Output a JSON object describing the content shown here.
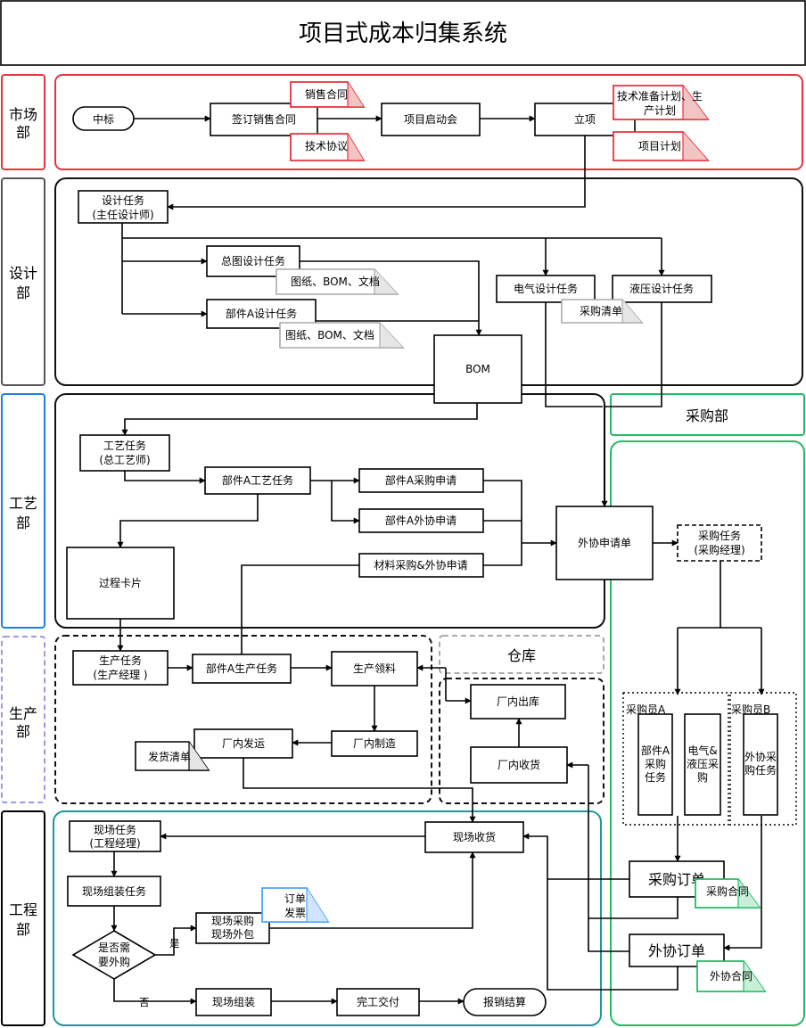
{
  "title": "项目式成本归集系统",
  "lanes": {
    "market": "市场部",
    "design": "设计部",
    "process": "工艺部",
    "production": "生产部",
    "engineering": "工程部",
    "purchase": "采购部",
    "warehouse": "仓库"
  },
  "nodes": {
    "win_bid": "中标",
    "sign_contract": "签订销售合同",
    "kickoff": "项目启动会",
    "project_setup": "立项",
    "design_task": [
      "设计任务",
      "(主任设计师)"
    ],
    "general_design": "总图设计任务",
    "partA_design": "部件A设计任务",
    "electrical_design": "电气设计任务",
    "hydraulic_design": "液压设计任务",
    "bom": "BOM",
    "process_task": [
      "工艺任务",
      "(总工艺师)"
    ],
    "partA_process": "部件A工艺任务",
    "partA_purchase_req": "部件A采购申请",
    "partA_outsource_req": "部件A外协申请",
    "material_req": "材料采购&外协申请",
    "process_card": "过程卡片",
    "outsource_form": "外协申请单",
    "purchase_task": [
      "采购任务",
      "(采购经理)"
    ],
    "buyer_a": "采购员A",
    "buyer_b": "采购员B",
    "buyer_a_partA": [
      "部件A",
      "采购",
      "任务"
    ],
    "buyer_a_elec": [
      "电气&",
      "液压采",
      "购"
    ],
    "buyer_b_outsource": [
      "外协采",
      "购任务"
    ],
    "production_task": [
      "生产任务",
      "(生产经理 )"
    ],
    "partA_production": "部件A生产任务",
    "production_picking": "生产领料",
    "in_plant_manufacture": "厂内制造",
    "in_plant_shipping": "厂内发运",
    "wh_outbound": "厂内出库",
    "wh_receiving": "厂内收货",
    "site_task": [
      "现场任务",
      "(工程经理)"
    ],
    "site_assembly_task": "现场组装任务",
    "need_outsource": [
      "是否需",
      "要外购"
    ],
    "site_purchase": [
      "现场采购",
      "现场外包"
    ],
    "site_assembly": "现场组装",
    "completion": "完工交付",
    "reimbursement": "报销结算",
    "site_receiving": "现场收货",
    "purchase_order": "采购订单",
    "outsource_order": "外协订单"
  },
  "documents": {
    "sales_contract": "销售合同",
    "tech_agreement": "技术协议",
    "tech_prep_plan": [
      "技术准备计划、生",
      "产计划"
    ],
    "project_plan": "项目计划",
    "docs_general": "图纸、BOM、文档",
    "docs_partA": "图纸、BOM、文档",
    "purchase_list": "采购清单",
    "shipping_list": "发货清单",
    "order_invoice": [
      "订单",
      "发票"
    ],
    "purchase_contract": "采购合同",
    "outsource_contract": "外协合同"
  },
  "edge_labels": {
    "yes": "是",
    "no": "否"
  },
  "colors": {
    "market": "#e8323c",
    "design": "#333333",
    "process_lane": "#1e7fe0",
    "production_lane": "#9999ee",
    "engineering_frame": "#1a9a9a",
    "purchase": "#22bb66",
    "warehouse": "#999999",
    "doc_gray": "#aaaaaa",
    "doc_blue": "#4da3ff"
  }
}
